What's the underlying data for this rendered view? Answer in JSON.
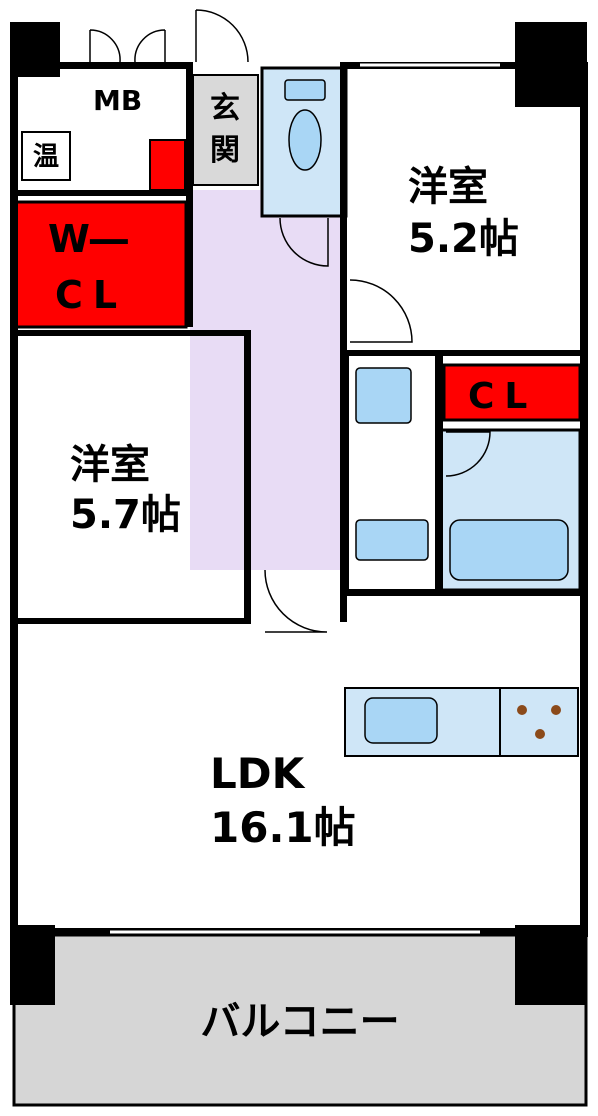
{
  "rooms": {
    "mb": "MB",
    "onsui": "温",
    "genkan": "玄関",
    "wcl_line1": "W―",
    "wcl_line2": "CL",
    "yoshitsu_a_name": "洋室",
    "yoshitsu_a_size": "5.2帖",
    "yoshitsu_b_name": "洋室",
    "yoshitsu_b_size": "5.7帖",
    "cl": "CL",
    "ldk_name": "LDK",
    "ldk_size": "16.1帖",
    "balcony": "バルコニー"
  },
  "colors": {
    "closet": "#ff0000",
    "hallway": "#e8dcf5",
    "wet_area": "#cfe6f7",
    "fixture": "#a9d6f5",
    "balcony": "#d6d6d6",
    "genkan": "#d9d9d9",
    "wall": "#000000"
  }
}
